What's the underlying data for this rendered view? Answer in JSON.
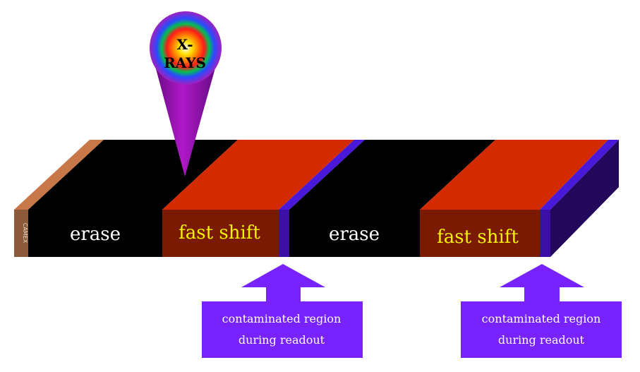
{
  "xray": {
    "line1": "X-",
    "line2": "RAYS"
  },
  "camera_label": "CAMEX",
  "segments": [
    {
      "label": "erase",
      "color": "#ffffff"
    },
    {
      "label": "fast shift",
      "color": "#f5f000"
    },
    {
      "label": "erase",
      "color": "#ffffff"
    },
    {
      "label": "fast shift",
      "color": "#f5f000"
    }
  ],
  "callouts": [
    {
      "line1": "contaminated region",
      "line2": "during readout"
    },
    {
      "line1": "contaminated region",
      "line2": "during readout"
    }
  ],
  "colors": {
    "erase_front": "#000000",
    "erase_top": "#000000",
    "shift_front": "#7a1a00",
    "shift_top": "#d42a00",
    "contam_front": "#3a10a8",
    "contam_top": "#4a18d8",
    "end_cap": "#8a5a3a",
    "end_cap_top": "#c87848",
    "right_side": "#22085a",
    "callout_fill": "#7722ff",
    "cone": "#8a10a0"
  }
}
